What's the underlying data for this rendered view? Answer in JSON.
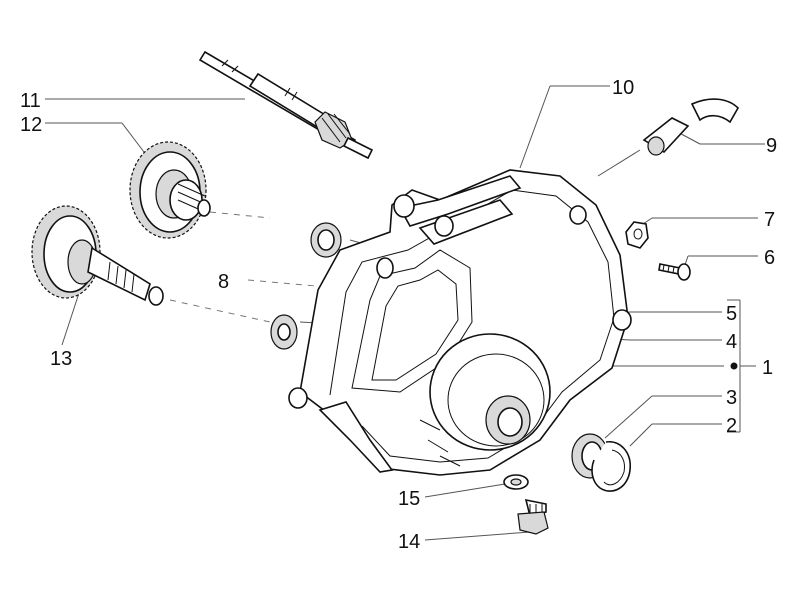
{
  "callouts": [
    {
      "id": "1",
      "text": "1"
    },
    {
      "id": "2",
      "text": "2"
    },
    {
      "id": "3",
      "text": "3"
    },
    {
      "id": "4",
      "text": "4"
    },
    {
      "id": "5",
      "text": "5"
    },
    {
      "id": "6",
      "text": "6"
    },
    {
      "id": "7",
      "text": "7"
    },
    {
      "id": "8",
      "text": "8"
    },
    {
      "id": "9",
      "text": "9"
    },
    {
      "id": "10",
      "text": "10"
    },
    {
      "id": "11",
      "text": "11"
    },
    {
      "id": "12",
      "text": "12"
    },
    {
      "id": "13",
      "text": "13"
    },
    {
      "id": "14",
      "text": "14"
    },
    {
      "id": "15",
      "text": "15"
    }
  ],
  "colors": {
    "ink": "#111111",
    "leader": "#555555",
    "shade": "#d9d9d9"
  }
}
